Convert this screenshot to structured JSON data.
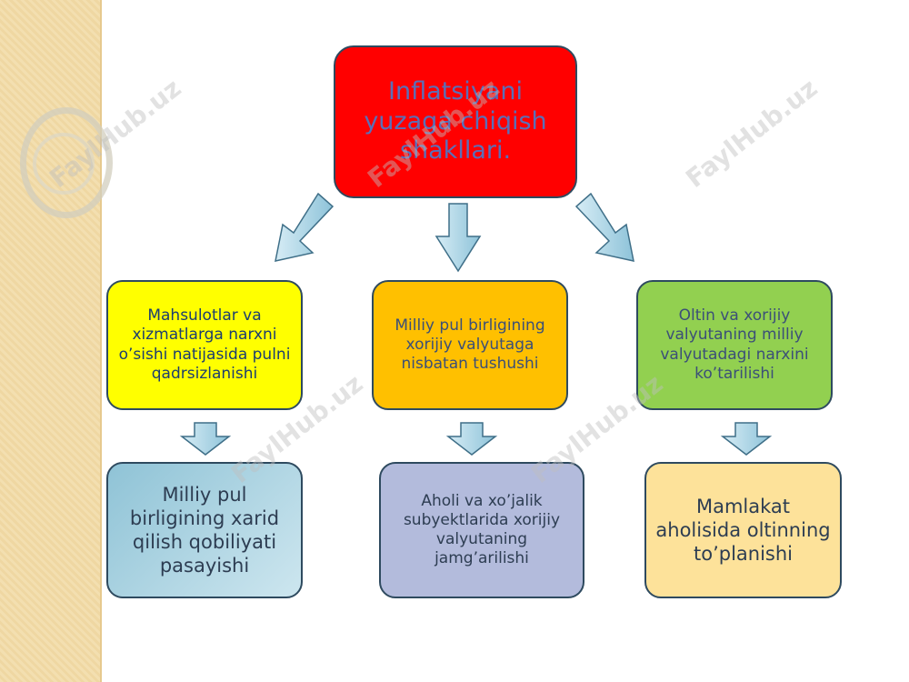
{
  "diagram": {
    "root": "Inflatsiyani yuzaga chiqish shakllari.",
    "middle": [
      "Mahsulotlar  va xizmatlarga narxni o’sishi natijasida pulni qadrsizlanishi",
      "Milliy pul birligining xorijiy valyutaga nisbatan tushushi",
      "Oltin va xorijiy valyutaning milliy valyutadagi narxini ko’tarilishi"
    ],
    "bottom": [
      "Milliy pul birligining xarid qilish qobiliyati pasayishi",
      "Aholi va xo’jalik subyektlarida xorijiy valyutaning jamg’arilishi",
      "Mamlakat aholisida oltinning to’planishi"
    ]
  },
  "watermark": "FaylHub.uz",
  "colors": {
    "root": "#ff0000",
    "middle_1": "#ffff00",
    "middle_2": "#ffc000",
    "middle_3": "#92d050",
    "bottom_1": "#a9d2e0",
    "bottom_2": "#b3bbdc",
    "bottom_3": "#fde29a",
    "arrow": "#a8d4e6"
  }
}
